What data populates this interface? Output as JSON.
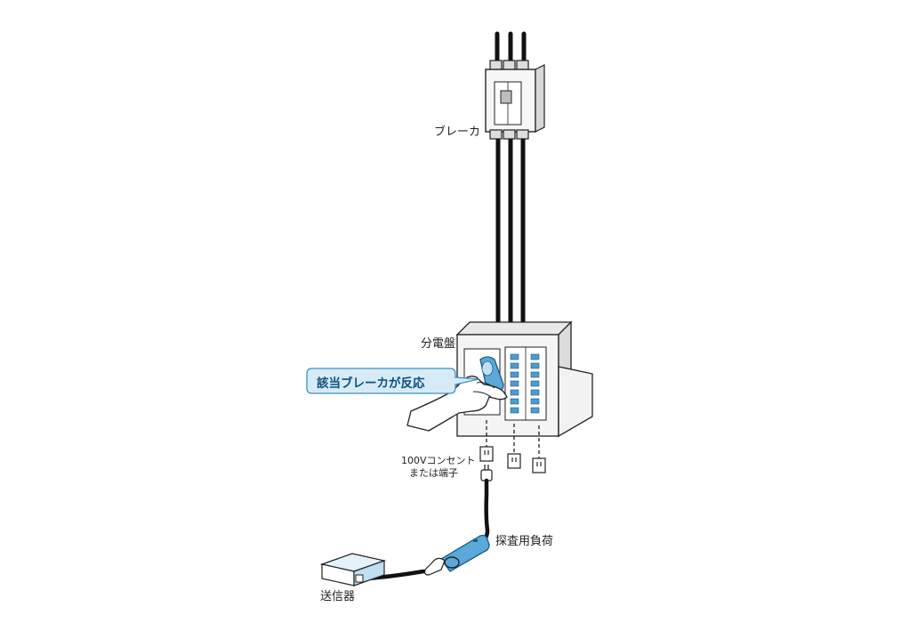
{
  "labels": {
    "breaker": "ブレーカ",
    "panel": "分電盤",
    "callout": "該当ブレーカが反応",
    "outlet_line1": "100Vコンセント",
    "outlet_line2": "または端子",
    "probe_load": "探査用負荷",
    "transmitter": "送信器"
  },
  "colors": {
    "stroke": "#222222",
    "panel_fill": "#f4f4f4",
    "callout_fill": "#d6ebf7",
    "callout_border": "#3f8fc2",
    "probe_fill": "#5aa9d8",
    "switch_fill": "#4d9bd0"
  }
}
